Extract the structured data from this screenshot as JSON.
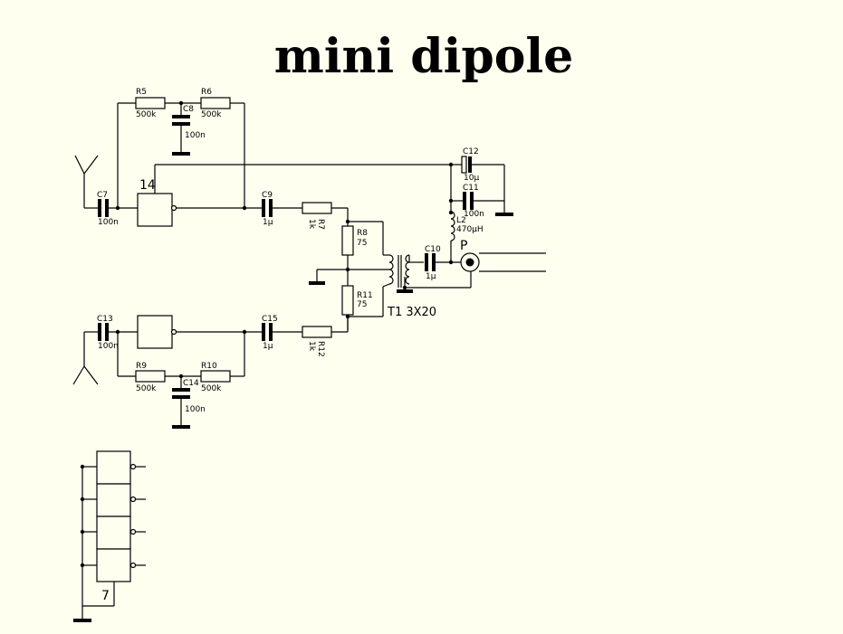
{
  "title": "mini dipole",
  "components": {
    "C7": {
      "ref": "C7",
      "value": "100n"
    },
    "R5": {
      "ref": "R5",
      "value": "500k"
    },
    "R6": {
      "ref": "R6",
      "value": "500k"
    },
    "C8": {
      "ref": "C8",
      "value": "100n"
    },
    "U14": {
      "ref": "14"
    },
    "C9": {
      "ref": "C9",
      "value": "1µ"
    },
    "R7": {
      "ref": "R7",
      "value": "1k"
    },
    "R8": {
      "ref": "R8",
      "value": "75"
    },
    "R11": {
      "ref": "R11",
      "value": "75"
    },
    "C12": {
      "ref": "C12",
      "value": "10µ"
    },
    "C11": {
      "ref": "C11",
      "value": "100n"
    },
    "L2": {
      "ref": "L2",
      "value": "470µH"
    },
    "C10": {
      "ref": "C10",
      "value": "1µ"
    },
    "P": {
      "ref": "P"
    },
    "T1": {
      "ref": "T1 3X20"
    },
    "C13": {
      "ref": "C13",
      "value": "100n"
    },
    "C15": {
      "ref": "C15",
      "value": "1µ"
    },
    "R12": {
      "ref": "R12",
      "value": "1k"
    },
    "R9": {
      "ref": "R9",
      "value": "500k"
    },
    "R10": {
      "ref": "R10",
      "value": "500k"
    },
    "C14": {
      "ref": "C14",
      "value": "100n"
    },
    "U7": {
      "ref": "7"
    }
  }
}
